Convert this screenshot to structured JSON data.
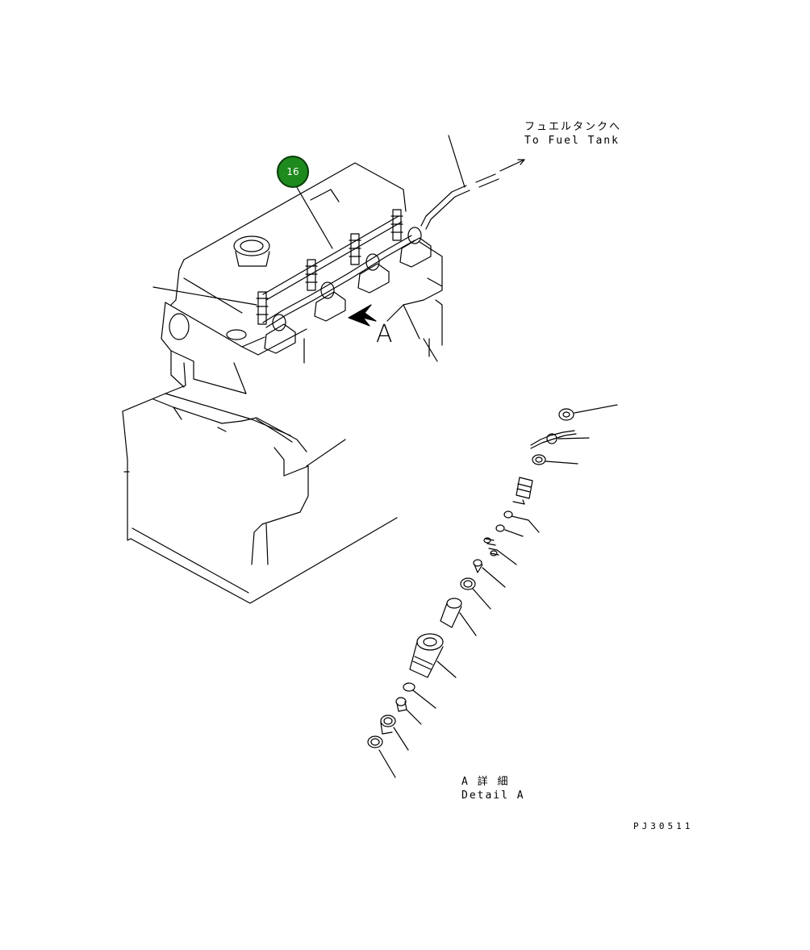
{
  "callout": {
    "number": "16",
    "color": "#1e8a1e"
  },
  "labels": {
    "fuel_tank_jp": "フュエルタンクへ",
    "fuel_tank_en": "To Fuel Tank",
    "view_letter": "A",
    "detail_jp": "A 詳 細",
    "detail_en": "Detail A",
    "drawing_code": "PJ30511"
  }
}
